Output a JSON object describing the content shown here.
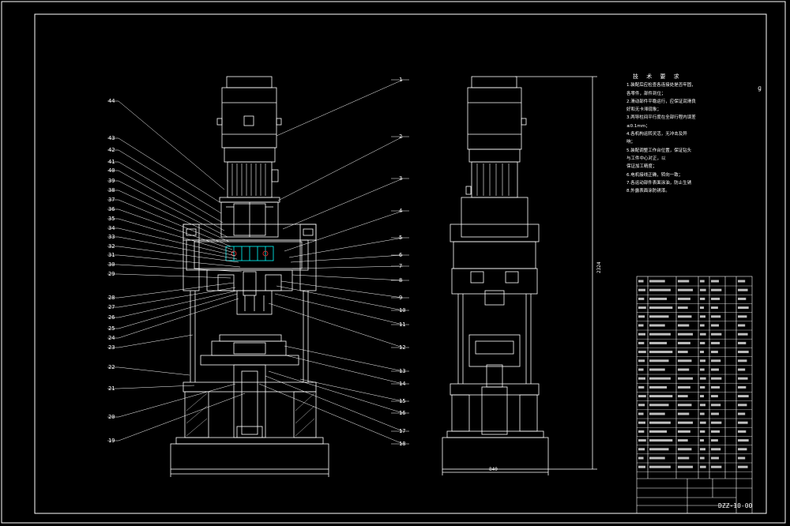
{
  "drawing": {
    "drawing_number": "DZZ-10-00",
    "dimensions": {
      "height": "2324",
      "width": "840"
    },
    "part_labels_left": [
      "44",
      "43",
      "42",
      "41",
      "40",
      "39",
      "38",
      "37",
      "36",
      "35",
      "34",
      "33",
      "32",
      "31",
      "30",
      "29",
      "28",
      "27",
      "26",
      "25",
      "24",
      "23",
      "22",
      "21",
      "20",
      "19"
    ],
    "part_labels_right": [
      "1",
      "2",
      "3",
      "4",
      "5",
      "6",
      "7",
      "8",
      "9",
      "10",
      "11",
      "12",
      "13",
      "14",
      "15",
      "16",
      "17",
      "18"
    ],
    "notes_title": "技 术 要 求",
    "notes": [
      "1.装配后应检查各连接处是否牢固，",
      "各零件，部件到位；",
      "2.滑动部件平稳运行，应保证润滑良",
      "好和无卡滞现象；",
      "3.两导柱间平行度在全部行程内误差",
      "≤0.1mm；",
      "4.各机构运转灵活，无冲击及异",
      "响；",
      "5.装配调整工作台位置，保证钻头",
      "与工件中心对正，以",
      "保证加工精度；",
      "6.电机接线正确，转向一致；",
      "7.各运动部件表面涂油，防止生锈",
      "8.外露表面涂防锈漆。"
    ]
  },
  "colors": {
    "line": "#ffffff",
    "accent": "#00ffff",
    "red": "#ff3030",
    "bg": "#000000"
  }
}
